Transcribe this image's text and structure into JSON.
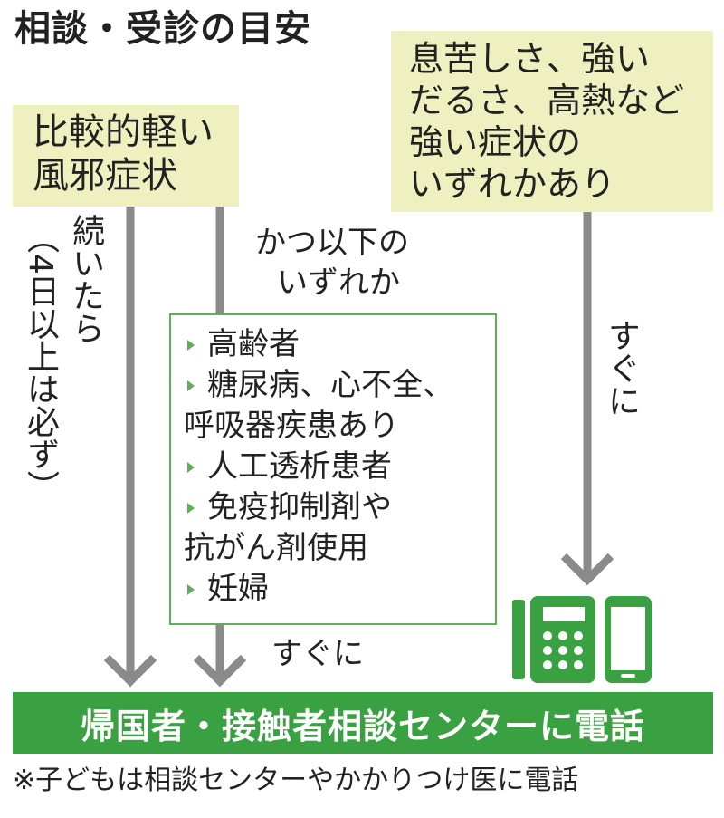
{
  "title": "相談・受診の目安",
  "mild": {
    "lines": [
      "比較的軽い",
      "風邪症状"
    ]
  },
  "severe": {
    "lines": [
      "息苦しさ、強い",
      "だるさ、高熱など",
      "強い症状の",
      "いずれかあり"
    ]
  },
  "left_path_label": "続いたら",
  "left_path_paren": "（4日以上は必ず）",
  "condition_label": [
    "かつ以下の",
    "いずれか"
  ],
  "conditions": [
    {
      "lines": [
        "高齢者"
      ]
    },
    {
      "lines": [
        "糖尿病、心不全、",
        "呼吸器疾患あり"
      ]
    },
    {
      "lines": [
        "人工透析患者"
      ]
    },
    {
      "lines": [
        "免疫抑制剤や",
        "抗がん剤使用"
      ]
    },
    {
      "lines": [
        "妊婦"
      ]
    }
  ],
  "right_path_label": "すぐに",
  "bottom_path_label": "すぐに",
  "center_label": "帰国者・接触者相談センターに電話",
  "note": "※子どもは相談センターやかかりつけ医に電話",
  "icons": [
    "phone-icon",
    "smartphone-icon"
  ],
  "colors": {
    "yellow_box": "#eff0bf",
    "green": "#3aa142",
    "green_border": "#5fae58",
    "arrow": "#8a8a8a"
  }
}
